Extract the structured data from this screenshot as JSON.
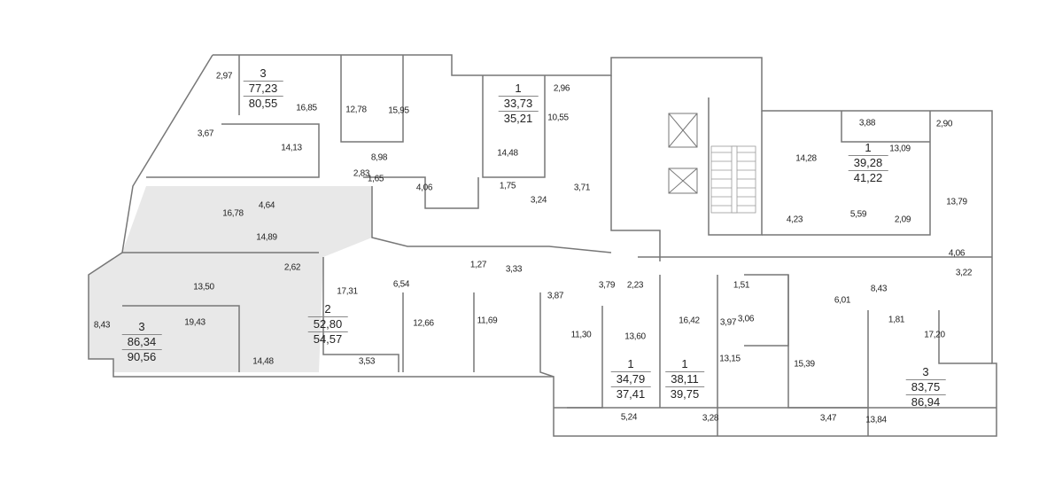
{
  "plan": {
    "highlight_color": "#e8e8e8",
    "wall_color": "#777777",
    "apartments": [
      {
        "rooms": "3",
        "living_area": "77,23",
        "total_area": "80,55"
      },
      {
        "rooms": "1",
        "living_area": "33,73",
        "total_area": "35,21"
      },
      {
        "rooms": "1",
        "living_area": "39,28",
        "total_area": "41,22"
      },
      {
        "rooms": "3",
        "living_area": "86,34",
        "total_area": "90,56",
        "highlighted": true
      },
      {
        "rooms": "2",
        "living_area": "52,80",
        "total_area": "54,57"
      },
      {
        "rooms": "1",
        "living_area": "34,79",
        "total_area": "37,41"
      },
      {
        "rooms": "1",
        "living_area": "38,11",
        "total_area": "39,75"
      },
      {
        "rooms": "3",
        "living_area": "83,75",
        "total_area": "86,94"
      }
    ],
    "room_areas": [
      "2,97",
      "16,85",
      "12,78",
      "15,95",
      "2,96",
      "10,55",
      "3,67",
      "14,13",
      "8,98",
      "14,48",
      "2,83",
      "1,65",
      "4,06",
      "1,75",
      "3,24",
      "3,71",
      "16,78",
      "4,64",
      "14,89",
      "14,28",
      "3,88",
      "13,09",
      "2,90",
      "13,79",
      "4,23",
      "5,59",
      "2,09",
      "4,06",
      "2,62",
      "13,50",
      "17,31",
      "6,54",
      "1,27",
      "3,33",
      "3,87",
      "3,79",
      "2,23",
      "8,43",
      "19,43",
      "12,66",
      "11,69",
      "14,48",
      "3,53",
      "11,30",
      "13,60",
      "16,42",
      "3,97",
      "1,51",
      "3,06",
      "13,15",
      "6,01",
      "8,43",
      "1,81",
      "17,20",
      "15,39",
      "3,22",
      "5,24",
      "3,28",
      "3,47",
      "13,84"
    ]
  }
}
